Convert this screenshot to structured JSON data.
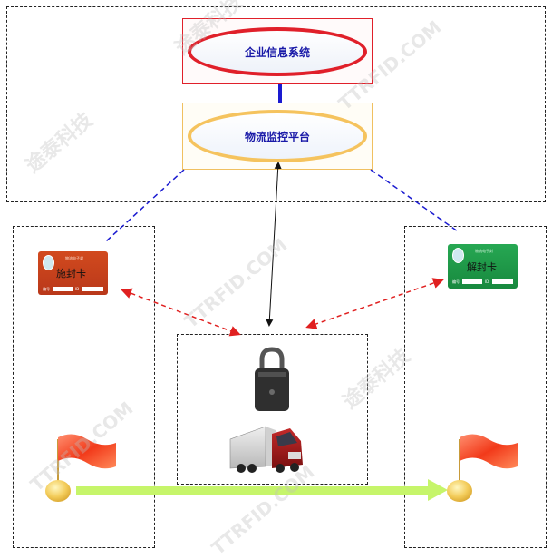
{
  "enterprise_system": {
    "label": "企业信息系统"
  },
  "monitoring_platform": {
    "label": "物流监控平台"
  },
  "seal_card": {
    "title": "施封卡",
    "header": "物流电子封",
    "field1": "编号",
    "field2": "ID"
  },
  "unseal_card": {
    "title": "解封卡",
    "header": "物流电子封",
    "field1": "编号",
    "field2": "ID"
  },
  "watermark": {
    "brand": "途泰科技",
    "url": "TTRFID.COM"
  },
  "colors": {
    "enterprise_border": "#e0202a",
    "platform_border": "#f3c060",
    "seal_card": "#c8411a",
    "unseal_card": "#1f9a4a",
    "route_arrow": "#c6f56a",
    "link_blue": "#1a1ad0",
    "link_red": "#e02020"
  },
  "icons": [
    "lock-icon",
    "truck-icon",
    "start-flag-icon",
    "end-flag-icon"
  ]
}
